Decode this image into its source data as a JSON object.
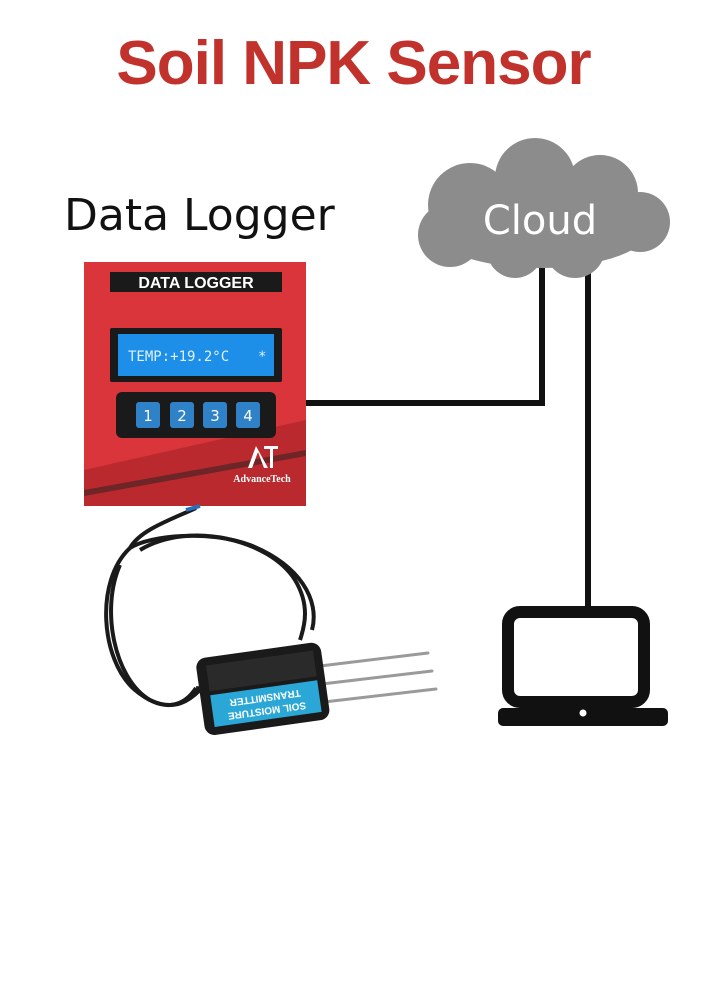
{
  "title": "Soil NPK Sensor",
  "data_logger": {
    "caption": "Data Logger",
    "panel_label": "DATA LOGGER",
    "lcd_text": "TEMP:+19.2°C",
    "lcd_cursor": "*",
    "buttons": [
      "1",
      "2",
      "3",
      "4"
    ],
    "brand": "AdvanceTech"
  },
  "cloud": {
    "label": "Cloud"
  },
  "sensor": {
    "label_line1": "SOIL MOISTURE",
    "label_line2": "TRANSMITTER"
  },
  "colors": {
    "title": "#c0322b",
    "logger_body": "#d9353b",
    "lcd": "#1e8fe8",
    "cloud": "#8c8c8c",
    "sensor_label": "#2aa7d6"
  }
}
